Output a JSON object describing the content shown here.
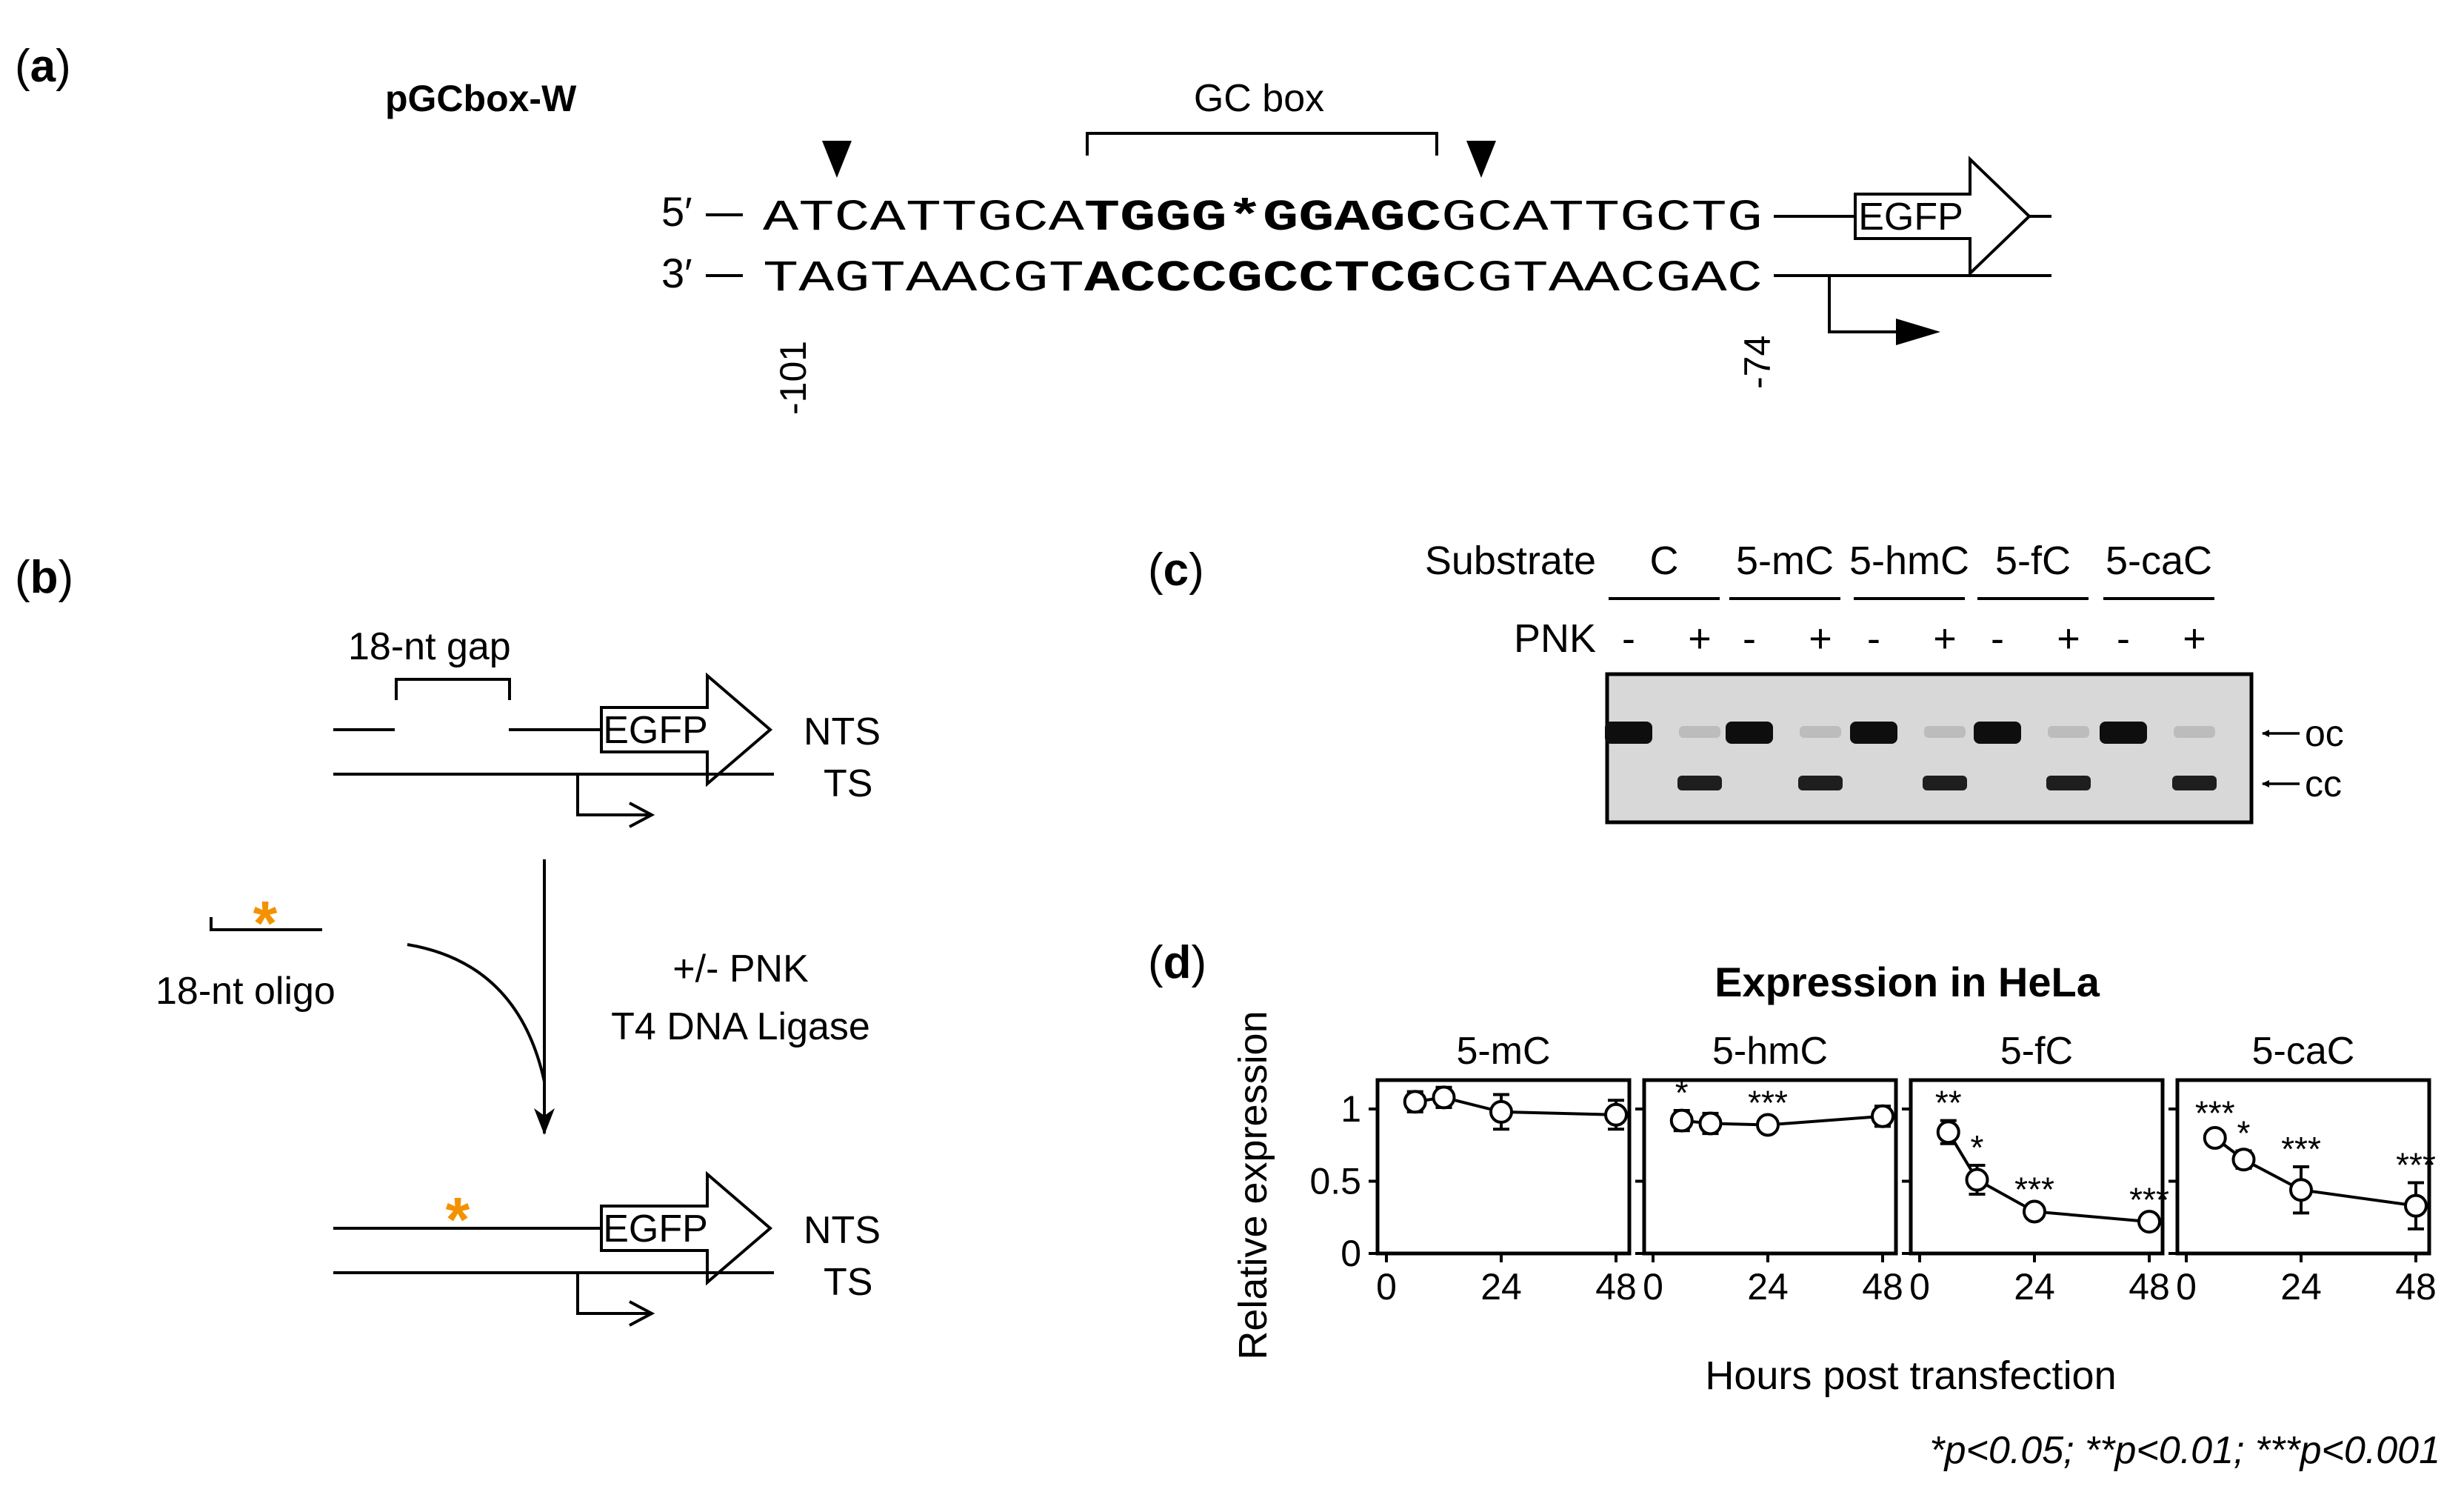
{
  "panel_a": {
    "label_open": "(",
    "label_letter": "a",
    "label_close": ")",
    "construct_name": "pGCbox-W",
    "gc_box_label": "GC box",
    "top_end": "5′",
    "bottom_end": "3′",
    "top_seq_left": "ATCATTGCA",
    "top_seq_bold": "TGGG*GGAGC",
    "top_seq_right": "GCATTGCTG",
    "bottom_seq_left": "TAGTAACGT",
    "bottom_seq_bold": "ACCCGCCTCG",
    "bottom_seq_right": "CGTAACGAC",
    "pos_left": "-101",
    "pos_right": "-74",
    "reporter": "EGFP"
  },
  "panel_b": {
    "label_open": "(",
    "label_letter": "b",
    "label_close": ")",
    "gap_label": "18-nt gap",
    "reporter": "EGFP",
    "nts": "NTS",
    "ts": "TS",
    "oligo_label": "18-nt oligo",
    "step_line1": "+/- PNK",
    "step_line2": "T4 DNA Ligase",
    "star": "*",
    "star_color": "#F39200"
  },
  "panel_c": {
    "label_open": "(",
    "label_letter": "c",
    "label_close": ")",
    "substrate_label": "Substrate",
    "pnk_label": "PNK",
    "substrates": [
      "C",
      "5-mC",
      "5-hmC",
      "5-fC",
      "5-caC"
    ],
    "pnk_states": [
      "-",
      "+",
      "-",
      "+",
      "-",
      "+",
      "-",
      "+",
      "-",
      "+"
    ],
    "oc_label": "oc",
    "cc_label": "cc",
    "gel_background": "#d8d8d8"
  },
  "panel_d": {
    "label_open": "(",
    "label_letter": "d",
    "label_close": ")",
    "title": "Expression in HeLa",
    "ylabel": "Relative expression",
    "xlabel": "Hours post transfection",
    "footnote": "*p<0.05; **p<0.01; ***p<0.001"
  },
  "chart_data": [
    {
      "type": "line",
      "title": "5-mC",
      "xlim": [
        0,
        48
      ],
      "ylim": [
        0,
        1.2
      ],
      "xticks": [
        "0",
        "24",
        "48"
      ],
      "yticks": [
        "0",
        "0.5",
        "1"
      ],
      "x": [
        6,
        12,
        24,
        48
      ],
      "values": [
        1.05,
        1.08,
        0.98,
        0.96
      ],
      "errors": [
        0.07,
        0.07,
        0.12,
        0.1
      ],
      "significance": [
        "",
        "",
        "",
        ""
      ]
    },
    {
      "type": "line",
      "title": "5-hmC",
      "xlim": [
        0,
        48
      ],
      "ylim": [
        0,
        1.2
      ],
      "xticks": [
        "0",
        "24",
        "48"
      ],
      "yticks": [
        "0",
        "0.5",
        "1"
      ],
      "x": [
        6,
        12,
        24,
        48
      ],
      "values": [
        0.92,
        0.9,
        0.89,
        0.95
      ],
      "errors": [
        0.07,
        0.07,
        0.03,
        0.07
      ],
      "significance": [
        "*",
        "",
        "***",
        ""
      ]
    },
    {
      "type": "line",
      "title": "5-fC",
      "xlim": [
        0,
        48
      ],
      "ylim": [
        0,
        1.2
      ],
      "xticks": [
        "0",
        "24",
        "48"
      ],
      "yticks": [
        "0",
        "0.5",
        "1"
      ],
      "x": [
        6,
        12,
        24,
        48
      ],
      "values": [
        0.84,
        0.51,
        0.29,
        0.22
      ],
      "errors": [
        0.08,
        0.1,
        0.03,
        0.03
      ],
      "significance": [
        "**",
        "*",
        "***",
        "***"
      ]
    },
    {
      "type": "line",
      "title": "5-caC",
      "xlim": [
        0,
        48
      ],
      "ylim": [
        0,
        1.2
      ],
      "xticks": [
        "0",
        "24",
        "48"
      ],
      "yticks": [
        "0",
        "0.5",
        "1"
      ],
      "x": [
        6,
        12,
        24,
        48
      ],
      "values": [
        0.8,
        0.65,
        0.44,
        0.33
      ],
      "errors": [
        0.05,
        0.06,
        0.16,
        0.16
      ],
      "significance": [
        "***",
        "*",
        "***",
        "***"
      ]
    }
  ]
}
